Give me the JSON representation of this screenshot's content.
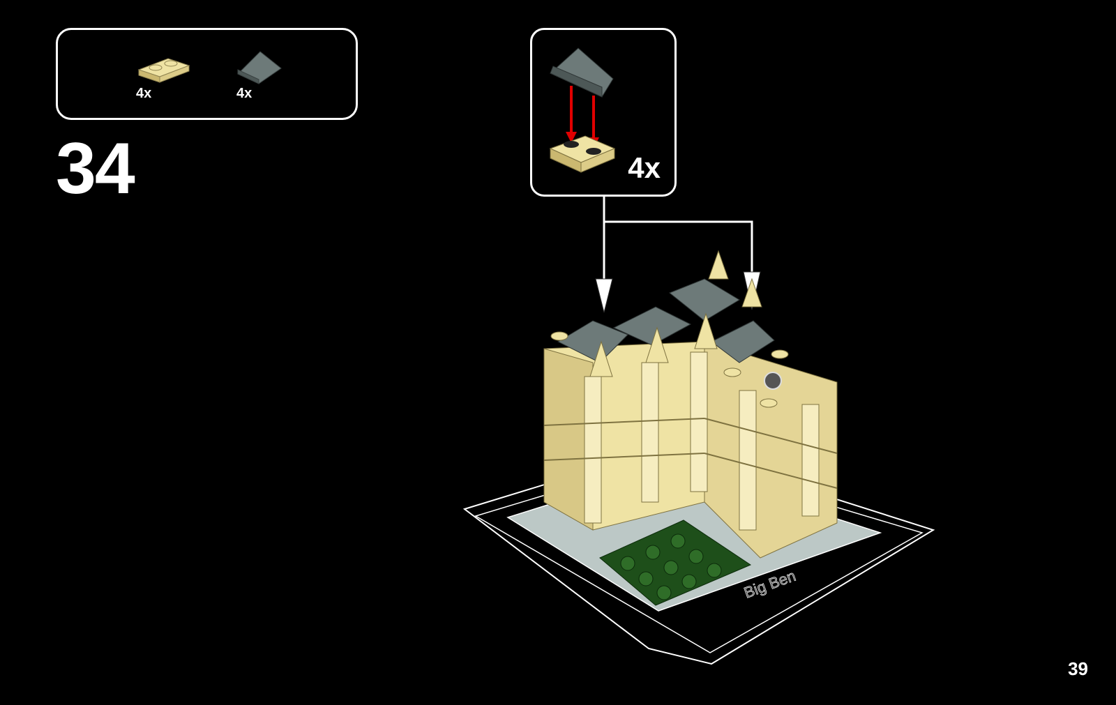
{
  "parts_list": {
    "items": [
      {
        "part": "tan-plate-1x2-icon",
        "qty": "4x"
      },
      {
        "part": "dark-grey-slope-icon",
        "qty": "4x"
      }
    ]
  },
  "step": {
    "number": "34"
  },
  "callout": {
    "qty": "4x"
  },
  "model": {
    "base_label": "Big Ben"
  },
  "page": {
    "number": "39"
  },
  "colors": {
    "tan": "#efe3a4",
    "tan_shadow": "#cbb870",
    "slope_grey": "#6d7a79",
    "baseplate": "#bcc8c6",
    "green": "#1e4f1a",
    "arrow_red": "#e00000"
  }
}
